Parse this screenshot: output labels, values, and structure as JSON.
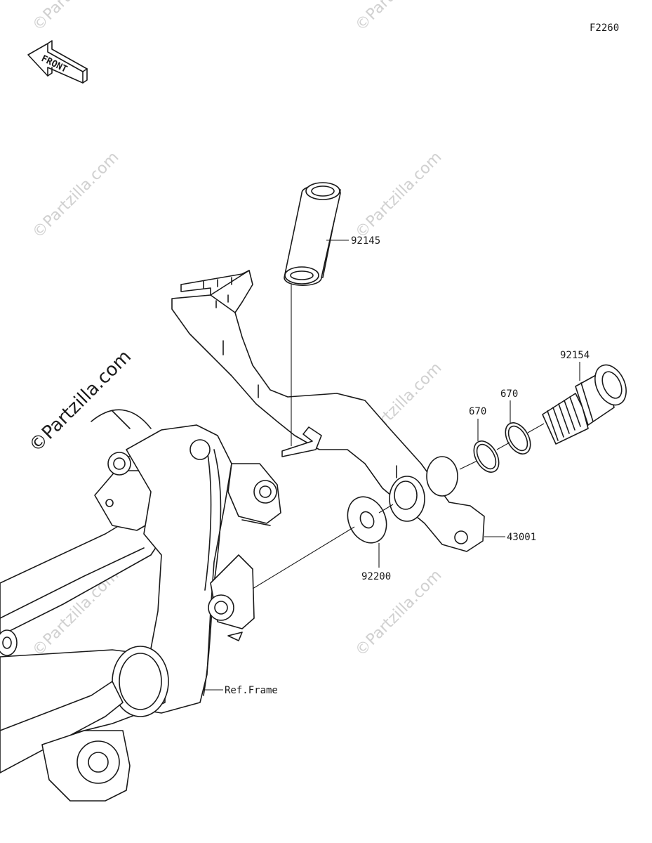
{
  "diagram_code": "F2260",
  "front_arrow": {
    "text": "FRONT"
  },
  "watermark": "©Partzilla.com",
  "parts": [
    {
      "id": "spring",
      "number": "92145"
    },
    {
      "id": "pivot-bolt",
      "number": "92154"
    },
    {
      "id": "o-ring-outer",
      "number": "670"
    },
    {
      "id": "o-ring-inner",
      "number": "670"
    },
    {
      "id": "brake-pedal",
      "number": "43001"
    },
    {
      "id": "washer",
      "number": "92200"
    },
    {
      "id": "frame",
      "number": "Ref.Frame"
    }
  ]
}
